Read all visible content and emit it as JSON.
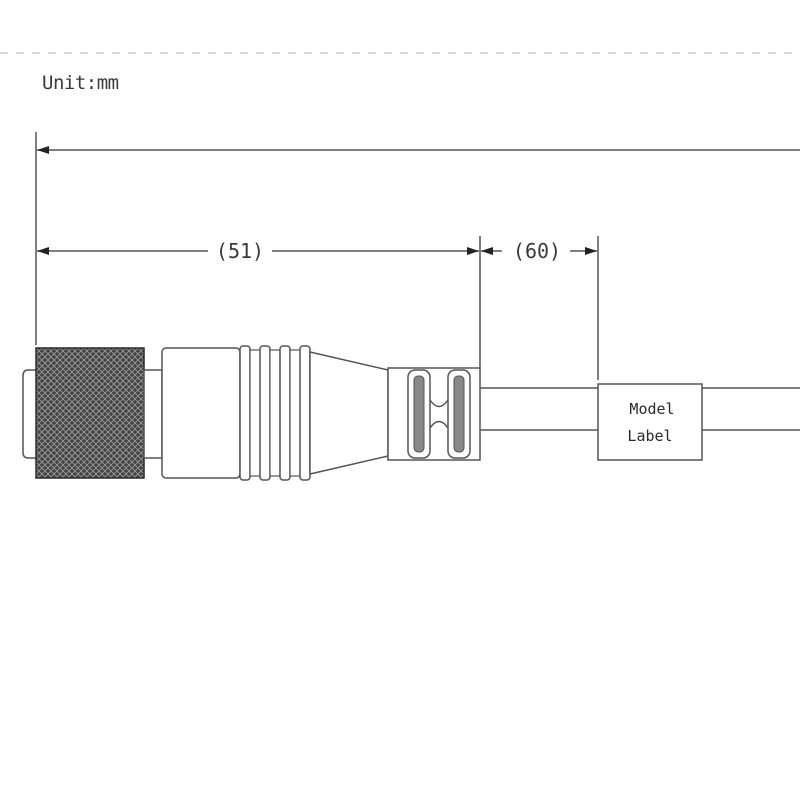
{
  "drawing": {
    "unit_label": "Unit:mm",
    "dim_connector": "(51)",
    "dim_label_offset": "(60)",
    "model_label_line1": "Model",
    "model_label_line2": "Label"
  },
  "colors": {
    "line": "#555555",
    "knurl": "#3a3a3a",
    "dashed_border": "#cccccc"
  }
}
